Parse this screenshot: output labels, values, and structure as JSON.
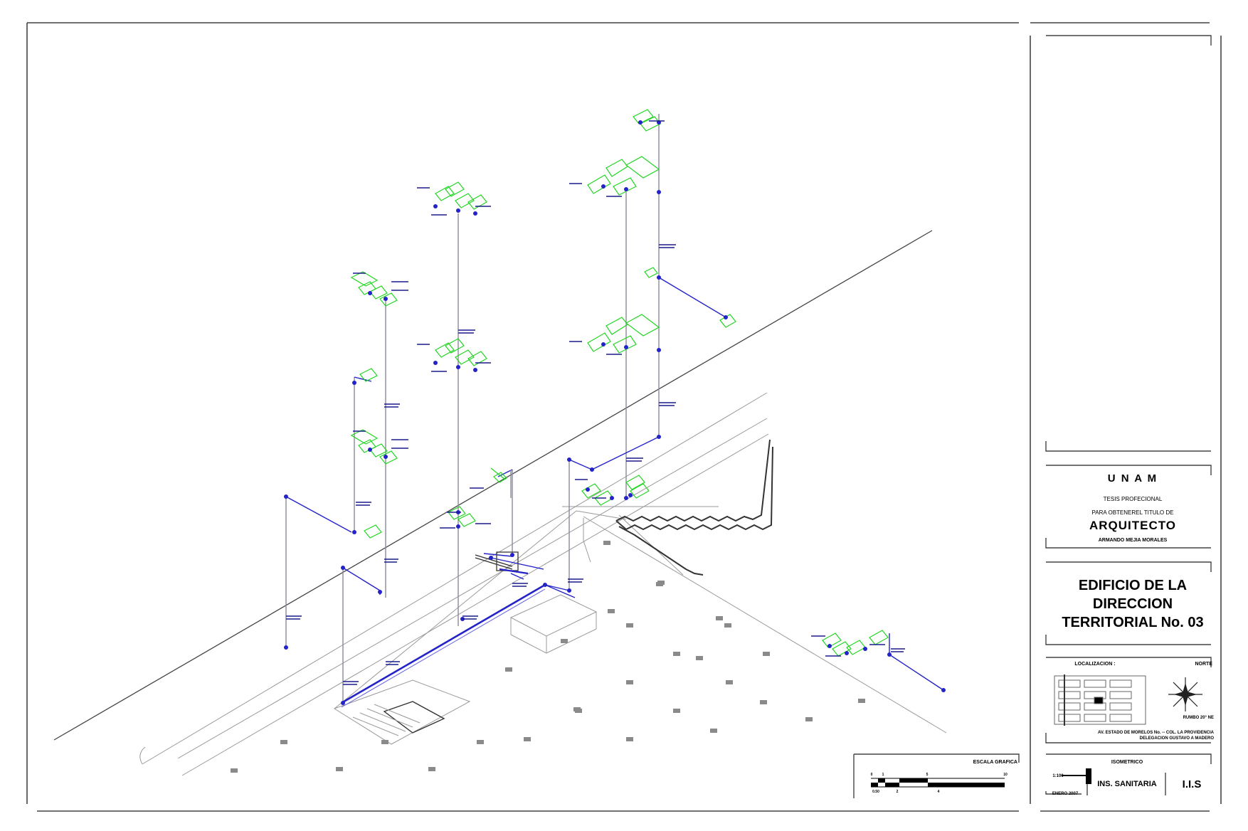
{
  "title_block": {
    "university": "U N A M",
    "thesis_line1": "TESIS PROFECIONAL",
    "thesis_line2": "PARA OBTENEREL TITULO DE",
    "degree": "ARQUITECTO",
    "author": "ARMANDO MEJIA MORALES",
    "project_line1": "EDIFICIO DE LA",
    "project_line2": "DIRECCION",
    "project_line3": "TERRITORIAL No. 03",
    "location_label": "LOCALIZACION :",
    "north_label": "NORTE",
    "bearing": "RUMBO 20° NE",
    "address_line1": "AV. ESTADO DE MORELOS No. -- COL. LA PROVIDENCIA",
    "address_line2": "DELEGACION GUSTAVO A MADERO",
    "view_name": "ISOMETRICO",
    "scale": "1:100",
    "drawing_name": "INS. SANITARIA",
    "drawing_code": "I.I.S",
    "date": "ENERO 2007"
  },
  "graphic_scale": {
    "title": "ESCALA GRAFICA",
    "top_ticks": [
      "0",
      "1",
      "5",
      "10"
    ],
    "bottom_ticks": [
      "0.50",
      "2",
      "4"
    ]
  },
  "colors": {
    "pipe": "#2323c8",
    "fixture": "#22d622",
    "structure": "#9a9a9a",
    "text_dark": "#000000"
  }
}
